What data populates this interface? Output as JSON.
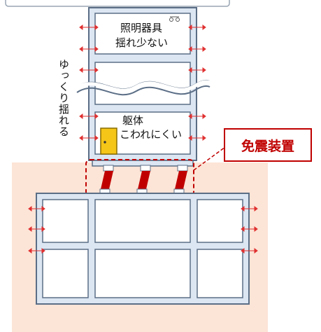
{
  "labels": {
    "lighting_line1": "照明器具",
    "lighting_line2": "揺れ少ない",
    "structure_line1": "躯体",
    "structure_line2": "こわれにくい",
    "sway_vertical": "ゆっくり揺れる",
    "isolation_device": "免震装置"
  },
  "colors": {
    "frame_fill": "#dce6f2",
    "frame_stroke": "#5b6e86",
    "ground": "#fce4d6",
    "accent_red": "#c00000",
    "door": "#f5c518",
    "arrow_red": "#e03030"
  }
}
